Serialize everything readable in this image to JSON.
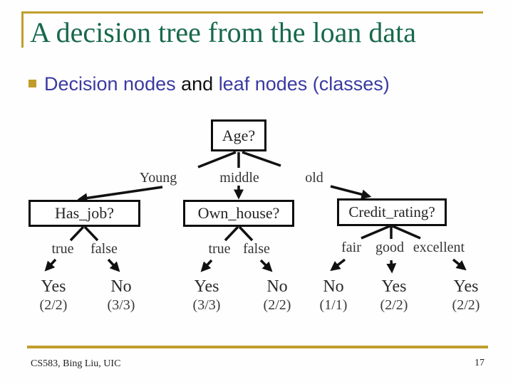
{
  "slide": {
    "title": "A decision tree from the loan data",
    "bullet": {
      "segment_blue_1": "Decision nodes",
      "segment_black": " and ",
      "segment_blue_2": "leaf nodes (classes)"
    },
    "footer": {
      "credit": "CS583, Bing Liu, UIC",
      "page_number": "17"
    }
  },
  "colors": {
    "accent_gold": "#bf9e2d",
    "title_green": "#17694b",
    "bullet_blue": "#3a3aa2",
    "tree_ink": "#1e1e1e"
  },
  "tree": {
    "root": {
      "label": "Age?",
      "children": [
        {
          "branch": "Young",
          "node": {
            "label": "Has_job?",
            "children": [
              {
                "branch": "true",
                "leaf": {
                  "label": "Yes",
                  "count": "(2/2)"
                }
              },
              {
                "branch": "false",
                "leaf": {
                  "label": "No",
                  "count": "(3/3)"
                }
              }
            ]
          }
        },
        {
          "branch": "middle",
          "node": {
            "label": "Own_house?",
            "children": [
              {
                "branch": "true",
                "leaf": {
                  "label": "Yes",
                  "count": "(3/3)"
                }
              },
              {
                "branch": "false",
                "leaf": {
                  "label": "No",
                  "count": "(2/2)"
                }
              }
            ]
          }
        },
        {
          "branch": "old",
          "node": {
            "label": "Credit_rating?",
            "children": [
              {
                "branch": "fair",
                "leaf": {
                  "label": "No",
                  "count": "(1/1)"
                }
              },
              {
                "branch": "good",
                "leaf": {
                  "label": "Yes",
                  "count": "(2/2)"
                }
              },
              {
                "branch": "excellent",
                "leaf": {
                  "label": "Yes",
                  "count": "(2/2)"
                }
              }
            ]
          }
        }
      ]
    }
  }
}
